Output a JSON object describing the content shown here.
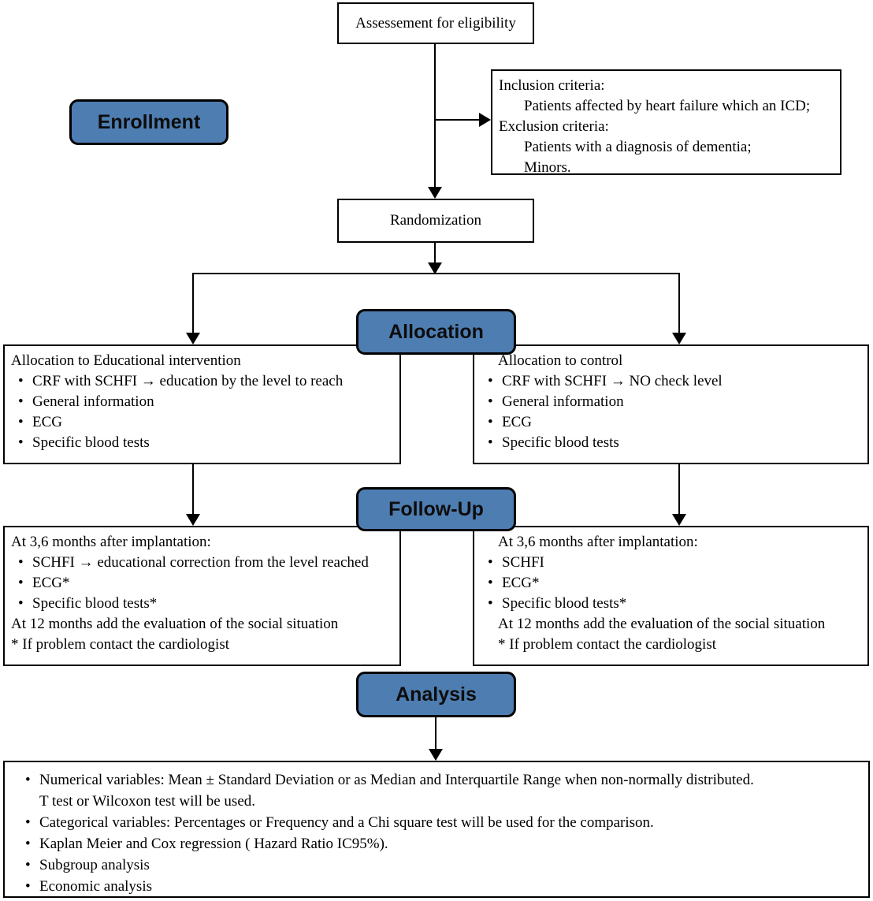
{
  "colors": {
    "badge_fill": "#4e7db1",
    "badge_border": "#000000",
    "box_border": "#000000",
    "text": "#000000"
  },
  "nodes": {
    "eligibility": "Assessement for eligibility",
    "enrollment": "Enrollment",
    "criteria": {
      "line1": "Inclusion criteria:",
      "line2": "Patients affected by heart failure which an ICD;",
      "line3": "Exclusion criteria:",
      "line4": "Patients with a diagnosis of dementia;",
      "line5": "Minors."
    },
    "randomization": "Randomization",
    "allocation": "Allocation",
    "alloc_left": {
      "title": "Allocation to Educational intervention",
      "bullets": [
        "CRF with SCHFI → education by the level to reach",
        "General information",
        "ECG",
        "Specific blood tests"
      ]
    },
    "alloc_right": {
      "title": "Allocation to control",
      "bullets": [
        "CRF with SCHFI → NO check level",
        "General information",
        "ECG",
        "Specific blood tests"
      ]
    },
    "followup": "Follow-Up",
    "fu_left": {
      "title": "At 3,6 months after implantation:",
      "bullets": [
        "SCHFI → educational correction from the level reached",
        "ECG*",
        "Specific blood tests*"
      ],
      "note1": "At 12 months add the evaluation of the social situation",
      "note2": "* If problem contact the cardiologist"
    },
    "fu_right": {
      "title": "At 3,6 months after implantation:",
      "bullets": [
        "SCHFI",
        "ECG*",
        "Specific blood tests*"
      ],
      "note1": "At 12 months add the evaluation of the social situation",
      "note2": "* If problem contact the cardiologist"
    },
    "analysis": "Analysis",
    "analysis_box": {
      "bullet1": "Numerical variables: Mean ± Standard Deviation or as Median and Interquartile Range when non-normally distributed.",
      "bullet1_cont": "T test or Wilcoxon test will be used.",
      "bullet2": "Categorical variables: Percentages or Frequency and a Chi square test will be used for the comparison.",
      "bullet3": "Kaplan Meier and Cox regression ( Hazard Ratio IC95%).",
      "bullet4": "Subgroup analysis",
      "bullet5": "Economic analysis"
    }
  }
}
